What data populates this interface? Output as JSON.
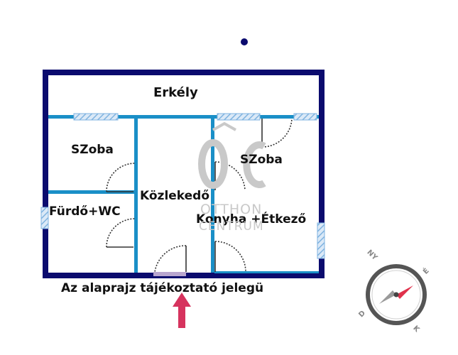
{
  "rooms": {
    "erkely": "Erkély",
    "szoba_left": "SZoba",
    "szoba_right": "SZoba",
    "kozlekedo": "Közlekedő",
    "furdo": "Fürdő+WC",
    "konyha": "Konyha +Étkező"
  },
  "caption": "Az alaprajz tájékoztató jelegü",
  "watermark": {
    "monogram": "OC",
    "line1": "OTTHON",
    "line2": "CENTRUM"
  },
  "compass": {
    "ny": "NY",
    "e": "É",
    "k": "K",
    "d": "D"
  },
  "colors": {
    "outer_wall": "#0b0b6e",
    "inner_wall": "#1a8fc7",
    "window_hatch": "#7fb3e0",
    "entrance_arrow": "#d6335e",
    "door_arc": "#333333",
    "compass_needle": "#e0314b"
  }
}
